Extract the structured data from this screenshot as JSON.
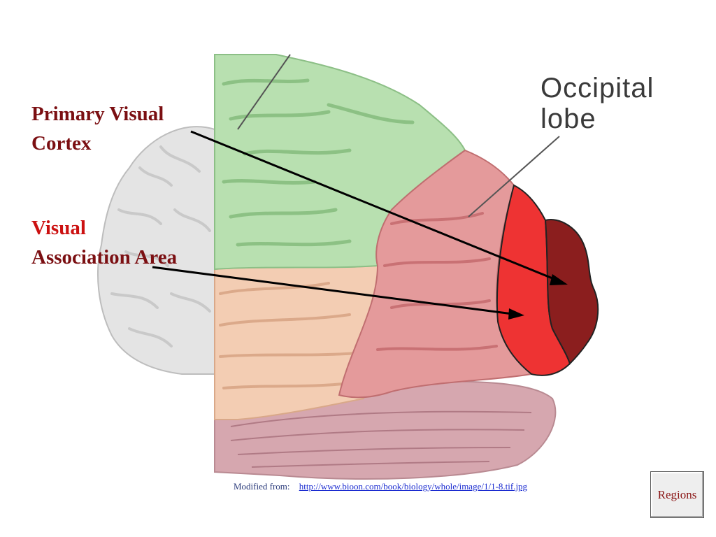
{
  "labels": {
    "primary_visual_cortex": [
      "Primary Visual",
      "Cortex"
    ],
    "visual_association_area": [
      "Visual",
      "Association Area"
    ],
    "occipital_lobe": [
      "Occipital",
      "lobe"
    ]
  },
  "credit": {
    "prefix": "Modified from:",
    "link": "http://www.bioon.com/book/biology/whole/image/1/1-8.tif.jpg"
  },
  "regions_button": {
    "label": "Regions"
  },
  "colors": {
    "primary_label": "#7b0f12",
    "association_first_line": "#cc1111",
    "frontal_parietal": "#b8e0b0",
    "temporal": "#f4cfb5",
    "occipital_association": "#e8999a",
    "visual_association": "#ee3333",
    "primary_visual": "#8b1e1e",
    "cerebellum": "#d8a8b0",
    "left_hemisphere": "#e6e6e6"
  }
}
